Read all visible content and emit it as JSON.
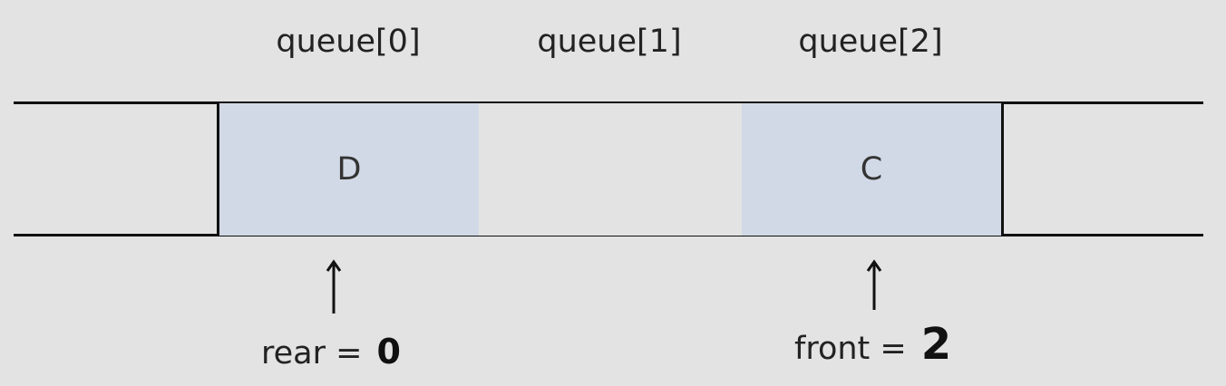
{
  "indices": [
    "queue[0]",
    "queue[1]",
    "queue[2]"
  ],
  "cells": [
    {
      "value": "D",
      "fill": "#d1d9e6"
    },
    {
      "value": "",
      "fill": "#e3e3e3"
    },
    {
      "value": "C",
      "fill": "#d1d9e6"
    }
  ],
  "pointers": {
    "rear": {
      "label": "rear =",
      "value": "0"
    },
    "front": {
      "label": "front =",
      "value": "2"
    }
  }
}
